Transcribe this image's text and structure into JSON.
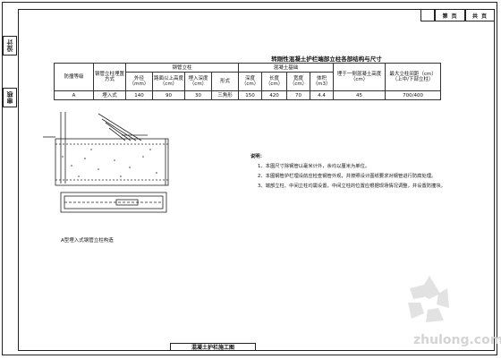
{
  "side_tabs": [
    "设计",
    "审核"
  ],
  "page_header": [
    "第 页",
    "共 页"
  ],
  "table_title": "转刚性混凝土护栏端部立柱各部结构与尺寸",
  "table": {
    "col_group_1": "钢管立柱",
    "col_group_2": "混凝土基础",
    "header_a": "防撞等级",
    "header_b": "钢管立柱埋置方式",
    "header_c": "埋于一侧混凝土高度（cm）",
    "header_d": "最大立柱间距（cm）（上中/下部立柱）",
    "sub_headers": [
      "外径（mm）",
      "路面以上高度（cm）",
      "埋入深度（cm）",
      "形式",
      "深度（cm）",
      "长度（cm）",
      "宽度（cm）",
      "体积（m3）"
    ],
    "row": [
      "A",
      "埋入式",
      "140",
      "90",
      "30",
      "三角形",
      "150",
      "420",
      "70",
      "4.4",
      "45",
      "700/400"
    ]
  },
  "notes": {
    "heading": "说明：",
    "items": [
      "1、本图尺寸除钢管以毫米计外，余均以厘米为单位。",
      "2、本图钢管护栏埋设前应检查钢管外观，并按照设计图纸要求对钢管进行防腐处理。",
      "3、端部立柱、中间立柱均需设置，中间立柱的位置应根据现场情况调整，并设置防撞块。"
    ]
  },
  "drawing_caption": "A型埋入式钢管立柱构造",
  "bottom_title": "混凝土护栏施工图",
  "watermark_text": "zhulong.com"
}
